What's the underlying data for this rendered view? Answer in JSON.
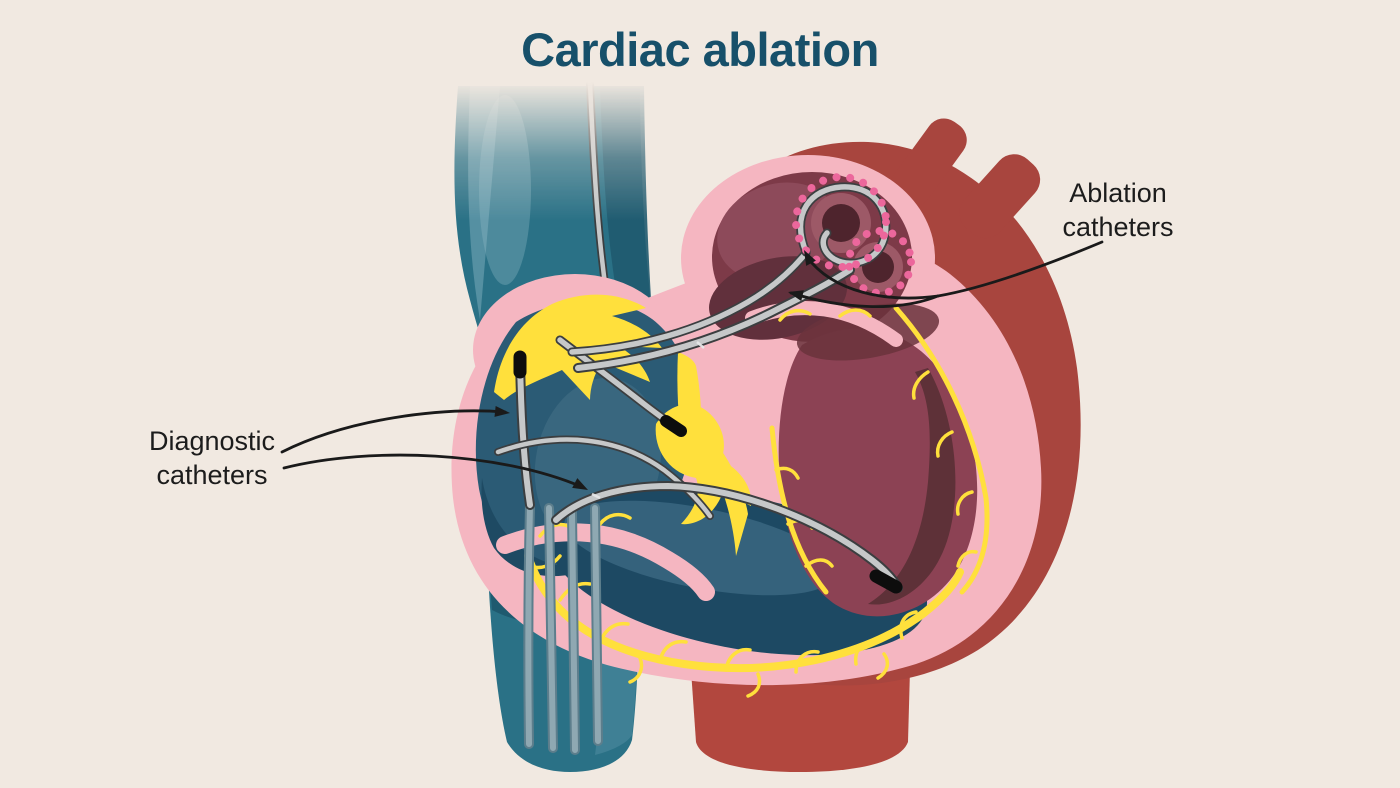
{
  "title": {
    "text": "Cardiac ablation"
  },
  "annotations": {
    "ablation_catheters": {
      "line1": "Ablation",
      "line2": "catheters"
    },
    "diagnostic_catheters": {
      "line1": "Diagnostic",
      "line2": "catheters"
    }
  },
  "colors": {
    "background": "#f1e9e1",
    "title_text": "#17506a",
    "annotation_text": "#1c1c1c",
    "leader_line": "#1a1a1a",
    "vein_teal": "#2a7186",
    "vein_teal_dark": "#1f5a6f",
    "heart_wall_pink": "#f5b6c1",
    "right_heart_blue": "#2b5b75",
    "right_heart_blue_dark": "#1d4963",
    "left_atrium_maroon": "#7d3a48",
    "left_heart_maroon": "#8c4254",
    "left_heart_maroon_dark": "#5e3138",
    "epicardium_red": "#a8453e",
    "artery_red": "#b2473e",
    "conduction_yellow": "#ffe03c",
    "catheter_gray": "#c6c8c9",
    "catheter_outline": "#3b3e40",
    "catheter_tip_black": "#0d0d0d",
    "ablation_dot_pink": "#ec679c"
  }
}
